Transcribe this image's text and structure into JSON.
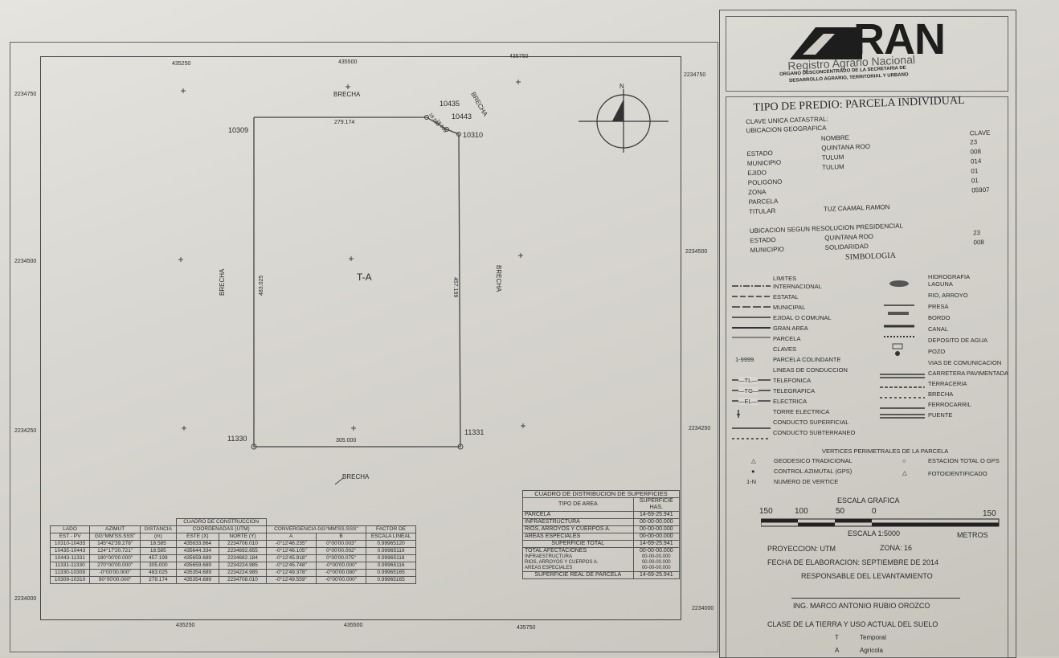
{
  "map": {
    "coords_top": [
      "435250",
      "435500",
      "435750"
    ],
    "coords_bottom": [
      "435250",
      "435500",
      "435750"
    ],
    "coords_left": [
      "2234750",
      "2234500",
      "2234250",
      "2234000"
    ],
    "coords_right": [
      "2234750",
      "2234500",
      "2234250",
      "2234000"
    ],
    "brecha": "BRECHA",
    "parcel_label": "T-A",
    "north": "N",
    "vertices": {
      "v10309": "10309",
      "v10435": "10435",
      "v10443": "10443",
      "v10310": "10310",
      "v11330": "11330",
      "v11331": "11331"
    },
    "distances": {
      "top": "279.174",
      "left": "483.025",
      "right": "457.199",
      "bottom": "305.000",
      "small_a": "18.585",
      "small_b": "18.585"
    }
  },
  "construccion": {
    "title": "CUADRO DE CONSTRUCCION",
    "headers": {
      "lado": "LADO",
      "azimut": "AZIMUT",
      "distancia": "DISTANCIA",
      "coordenadas": "COORDENADAS (UTM)",
      "convergencia": "CONVERGENCIA GG°MM'SS.SSS\"",
      "factor": "FACTOR DE"
    },
    "subheaders": {
      "est": "EST - PV",
      "gg": "GG°MM'SS.SSS\"",
      "m": "(m)",
      "este": "ESTE (X)",
      "norte": "NORTE (Y)",
      "a": "A",
      "b": "B",
      "escala": "ESCALA LINEAL"
    },
    "rows": [
      [
        "10310-10435",
        "145°42'39.278\"",
        "18.585",
        "435633.864",
        "2234706.010",
        "-0°12'46.235\"",
        "0°00'00.003\"",
        "0.99965120"
      ],
      [
        "10435-10443",
        "124°17'20.721\"",
        "18.585",
        "435644.334",
        "2234692.655",
        "-0°12'46.105\"",
        "0°00'00.002\"",
        "0.99965119"
      ],
      [
        "10443-11331",
        "180°00'00.000\"",
        "457.199",
        "435659.689",
        "2234682.184",
        "-0°12'45.918\"",
        "0°00'00.075\"",
        "0.99965118"
      ],
      [
        "11331-11330",
        "270°00'00.000\"",
        "305.000",
        "435659.689",
        "2234224.985",
        "-0°12'45.748\"",
        "-0°00'00.000\"",
        "0.99965116"
      ],
      [
        "11330-10309",
        "-0°00'00.000\"",
        "483.025",
        "435354.689",
        "2234224.985",
        "-0°12'49.378\"",
        "-0°00'00.080\"",
        "0.99965165"
      ],
      [
        "10309-10310",
        "90°00'00.000\"",
        "279.174",
        "435354.689",
        "2234708.010",
        "-0°12'49.559\"",
        "-0°00'00.000\"",
        "0.99965165"
      ]
    ]
  },
  "distribucion": {
    "title": "CUADRO DE DISTRIBUCION DE SUPERFICIES",
    "h_tipo": "TIPO DE AREA",
    "h_sup": "SUPERFICIE",
    "h_has": "HAS.",
    "rows": [
      [
        "PARCELA",
        "14-69-25.941"
      ],
      [
        "INFRAESTRUCTURA",
        "00-00-00.000"
      ],
      [
        "RIOS, ARROYOS Y CUERPOS A.",
        "00-00-00.000"
      ],
      [
        "AREAS ESPECIALES",
        "00-00-00.000"
      ],
      [
        "SUPERFICIE TOTAL",
        "14-69-25.941"
      ]
    ],
    "afect_title": "TOTAL AFECTACIONES",
    "afect_items": [
      "INFRAESTRUCTURA",
      "RIOS, ARROYOS Y CUERPOS A.",
      "AREAS ESPECIALES"
    ],
    "afect_vals": [
      "00-00-00.000",
      "00-00-00.000",
      "00-00-00.000",
      "00-00-00.000"
    ],
    "real_label": "SUPERFICIE REAL DE PARCELA",
    "real_value": "14-69-25.941"
  },
  "logo": {
    "name": "RAN",
    "subtitle": "Registro Agrario Nacional",
    "line1": "ORGANO DESCONCENTRADO DE LA SECRETARIA DE",
    "line2": "DESARROLLO AGRARIO, TERRITORIAL Y URBANO"
  },
  "info": {
    "title": "TIPO DE PREDIO: PARCELA INDIVIDUAL",
    "clave_unica": "CLAVE UNICA CATASTRAL:",
    "ubicacion": "UBICACION GEOGRAFICA",
    "nombre": "NOMBRE",
    "clave": "CLAVE",
    "rows": [
      [
        "ESTADO",
        "QUINTANA ROO",
        "23"
      ],
      [
        "MUNICIPIO",
        "TULUM",
        "008"
      ],
      [
        "EJIDO",
        "TULUM",
        "014"
      ],
      [
        "POLIGONO",
        "",
        "01"
      ],
      [
        "ZONA",
        "",
        "01"
      ],
      [
        "PARCELA",
        "",
        "05907"
      ],
      [
        "TITULAR",
        "TUZ CAAMAL RAMON",
        ""
      ]
    ],
    "res_title": "UBICACION SEGUN RESOLUCION PRESIDENCIAL",
    "res_rows": [
      [
        "ESTADO",
        "QUINTANA ROO",
        "23"
      ],
      [
        "MUNICIPIO",
        "SOLIDARIDAD",
        "008"
      ]
    ],
    "simbologia": "SIMBOLOGIA"
  },
  "legend": {
    "limites": "LIMITES",
    "left": [
      "INTERNACIONAL",
      "ESTATAL",
      "MUNICIPAL",
      "EJIDAL O COMUNAL",
      "GRAN AREA",
      "PARCELA",
      "CLAVES",
      "PARCELA COLINDANTE",
      "LINEAS DE CONDUCCION",
      "TELEFONICA",
      "TELEGRAFICA",
      "ELECTRICA",
      "TORRE ELECTRICA",
      "CONDUCTO SUPERFICIAL",
      "CONDUCTO SUBTERRANEO"
    ],
    "colindante_code": "1-9999",
    "tl": "—TL—",
    "tg": "—TG—",
    "el": "—EL—",
    "hidro": "HIDROGRAFIA",
    "right": [
      "LAGUNA",
      "RIO, ARROYO",
      "PRESA",
      "BORDO",
      "CANAL",
      "DEPOSITO DE AGUA",
      "POZO",
      "VIAS DE COMUNICACION",
      "CARRETERA PAVIMENTADA",
      "TERRACERIA",
      "BRECHA",
      "FERROCARRIL",
      "PUENTE"
    ],
    "vert_title": "VERTICES PERIMETRALES DE LA PARCELA",
    "vert": [
      "GEODESICO TRADICIONAL",
      "CONTROL AZIMUTAL (GPS)",
      "NUMERO DE VERTICE",
      "ESTACION TOTAL O GPS",
      "FOTOIDENTIFICADO"
    ],
    "vert_code": "1-N"
  },
  "scale": {
    "title": "ESCALA GRAFICA",
    "ticks": [
      "150",
      "100",
      "50",
      "0",
      "150"
    ],
    "escala": "ESCALA 1:5000",
    "metros": "METROS",
    "proyeccion": "PROYECCION: UTM",
    "zona": "ZONA: 16",
    "fecha": "FECHA DE ELABORACION: SEPTIEMBRE DE 2014",
    "responsable": "RESPONSABLE DEL LEVANTAMIENTO",
    "ingeniero": "ING. MARCO ANTONIO RUBIO OROZCO",
    "clase": "CLASE DE LA TIERRA Y USO ACTUAL DEL SUELO",
    "uso": [
      [
        "T",
        "Temporal"
      ],
      [
        "A",
        "Agricola"
      ]
    ]
  }
}
